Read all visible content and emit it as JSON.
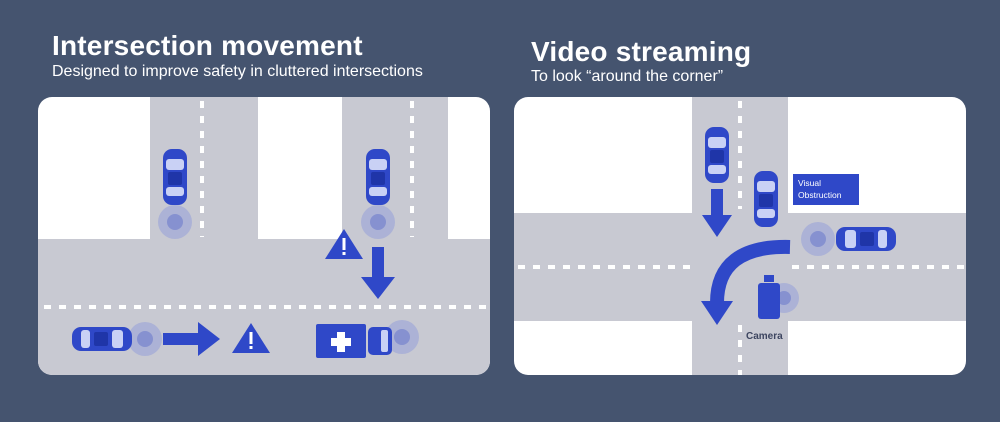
{
  "left": {
    "title": "Intersection movement",
    "subtitle": "Designed to improve safety in cluttered intersections"
  },
  "right": {
    "title": "Video streaming",
    "subtitle": "To look “around the corner”",
    "obstruction_label_line1": "Visual",
    "obstruction_label_line2": "Obstruction",
    "camera_label": "Camera"
  },
  "colors": {
    "background": "#45546f",
    "road": "#c8c9d2",
    "accent_blue": "#2f48c8",
    "halo": "#9aa3d8"
  },
  "icons": {
    "warning": "warning-triangle-icon",
    "ambulance": "ambulance-icon",
    "camera": "camera-icon"
  }
}
